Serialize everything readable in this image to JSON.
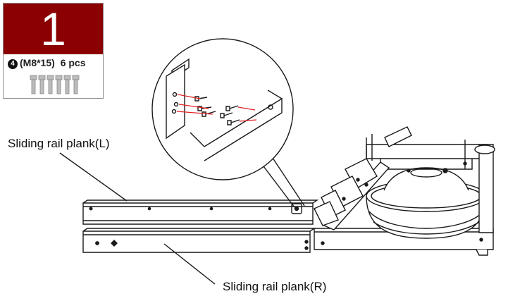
{
  "step": {
    "number": "1",
    "header_color": "#8b0000"
  },
  "parts": {
    "index": "4",
    "spec": "(M8*15)",
    "quantity": "6 pcs",
    "icon": "bolt-set-icon"
  },
  "labels": {
    "left_plank": "Sliding rail plank(L)",
    "right_plank": "Sliding rail plank(R)"
  },
  "colors": {
    "line": "#1a1a1a",
    "highlight": "#e02020"
  }
}
